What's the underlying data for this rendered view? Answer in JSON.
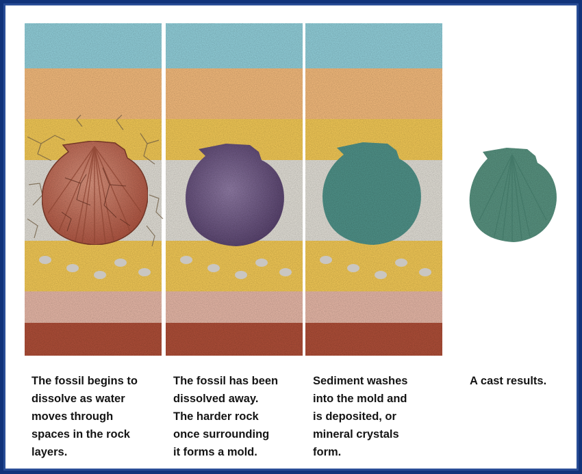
{
  "colors": {
    "water": "#8fcbd6",
    "peach_layer": "#efb77a",
    "yellow_layer": "#eec555",
    "gray_layer": "#dedbd3",
    "pink_layer": "#e2b4a4",
    "red_layer": "#ab4d37",
    "shell": "#c46f5b",
    "mold": "#6f5585",
    "sediment_fill": "#4e8f86",
    "cast": "#57907e",
    "frame": "#11337a"
  },
  "panels": [
    {
      "key": "stage-1",
      "caption": [
        "The fossil begins to",
        "dissolve as water",
        "moves through",
        "spaces in the rock",
        "layers."
      ]
    },
    {
      "key": "stage-2",
      "caption": [
        "The fossil has been",
        "dissolved away.",
        "The harder rock",
        "once surrounding",
        "it forms a mold."
      ]
    },
    {
      "key": "stage-3",
      "caption": [
        "Sediment washes",
        "into the mold and",
        "is deposited, or",
        "mineral crystals",
        "form."
      ]
    },
    {
      "key": "stage-4",
      "caption": [
        "A cast results."
      ]
    }
  ]
}
